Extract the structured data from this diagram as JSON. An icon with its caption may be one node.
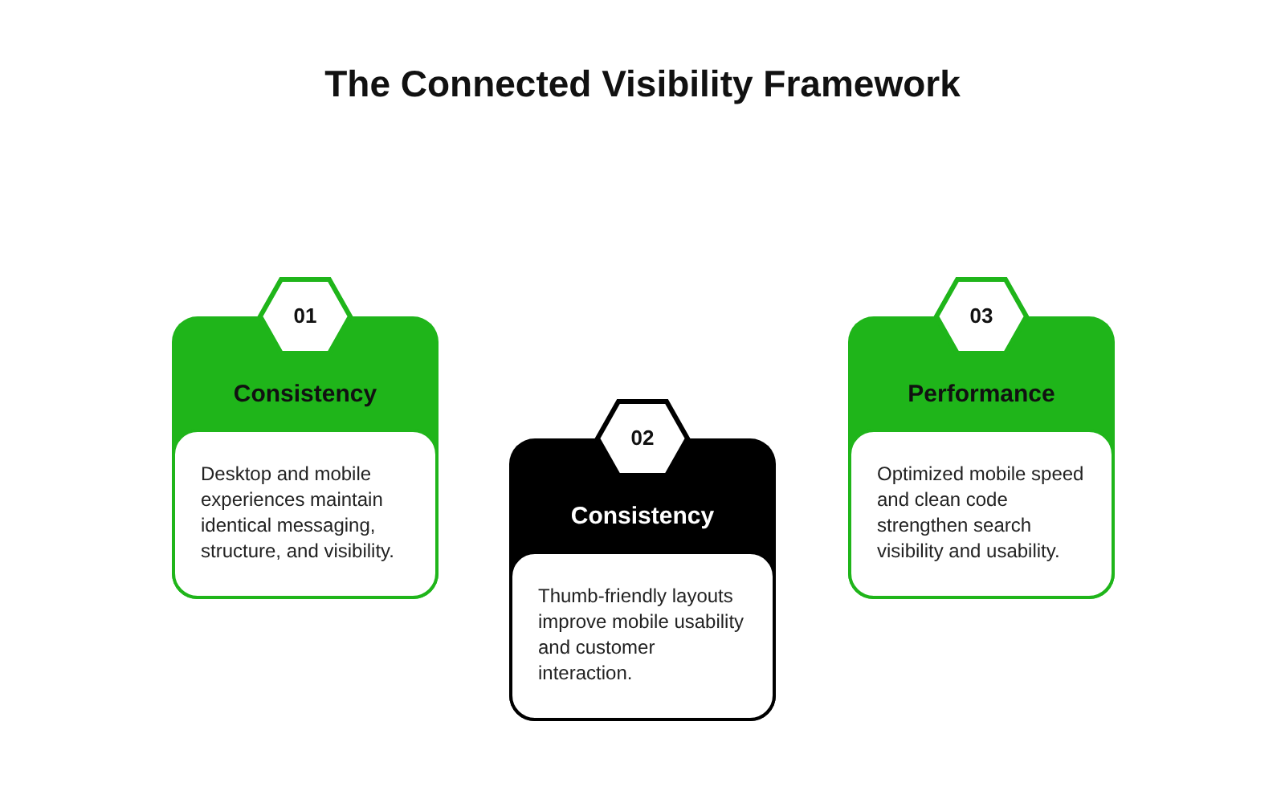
{
  "diagram": {
    "title": "The Connected Visibility Framework",
    "nodes": [
      {
        "text": [
          "01"
        ]
      },
      {
        "text": [
          "Consistency"
        ]
      },
      {
        "text": [
          "Desktop and mobile experiences maintain identical messaging, structure, and visibility."
        ],
        "in": 1
      },
      {
        "text": [
          "02"
        ]
      },
      {
        "text": [
          "Consistency"
        ]
      },
      {
        "text": [
          "Thumb-friendly layouts improve mobile usability and customer interaction."
        ],
        "in": 4
      },
      {
        "text": [
          "03"
        ]
      },
      {
        "text": [
          "Performance"
        ]
      },
      {
        "text": [
          "Optimized mobile speed and clean code strengthen search visibility and usability."
        ],
        "in": 7
      }
    ],
    "edges": []
  }
}
